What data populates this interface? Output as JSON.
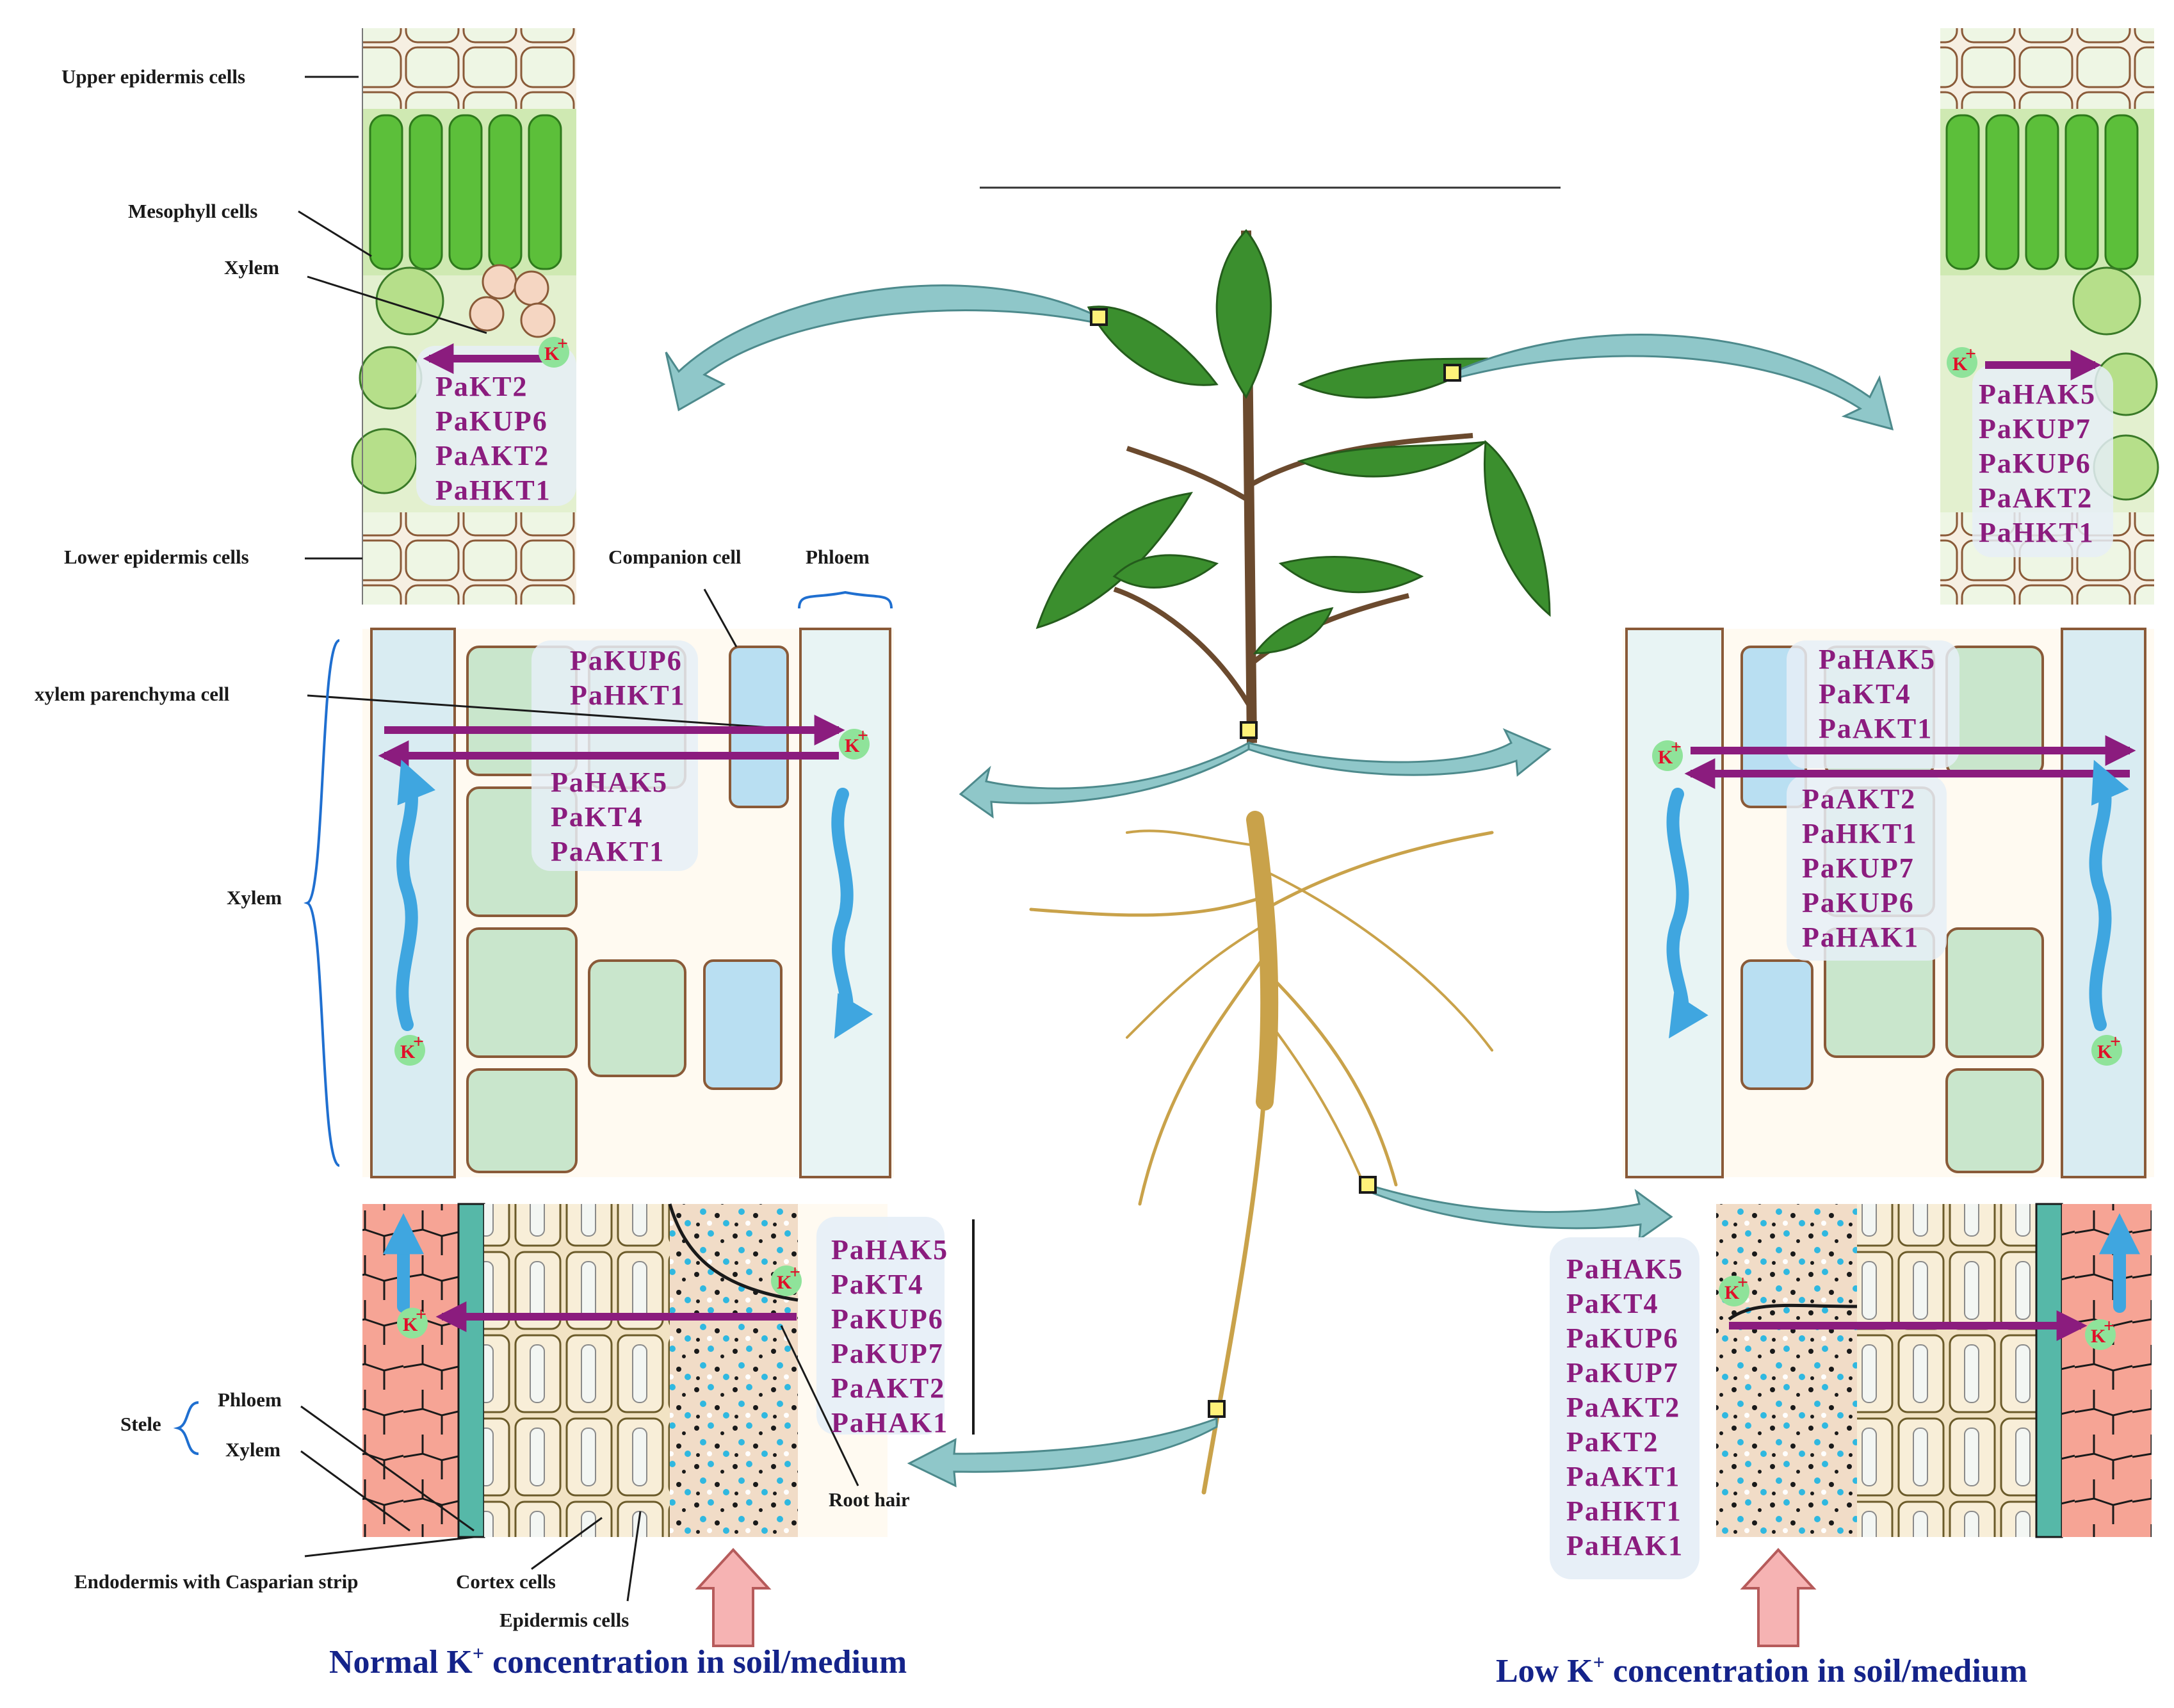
{
  "labels": {
    "upper_epidermis": "Upper epidermis cells",
    "mesophyll": "Mesophyll cells",
    "xylem_leaf": "Xylem",
    "lower_epidermis": "Lower epidermis cells",
    "companion_cell": "Companion cell",
    "phloem_top": "Phloem",
    "xylem_parenchyma": "xylem parenchyma cell",
    "xylem_stem": "Xylem",
    "stele": "Stele",
    "stele_phloem": "Phloem",
    "stele_xylem": "Xylem",
    "endodermis": "Endodermis with Casparian strip",
    "cortex": "Cortex cells",
    "epidermis": "Epidermis cells",
    "root_hair": "Root hair"
  },
  "ion": {
    "symbol": "K",
    "charge": "+"
  },
  "genes": {
    "normal_leaf": [
      "PaKT2",
      "PaKUP6",
      "PaAKT2",
      "PaHKT1"
    ],
    "normal_stem_upper": [
      "PaKUP6",
      "PaHKT1"
    ],
    "normal_stem_lower": [
      "PaHAK5",
      "PaKT4",
      "PaAKT1"
    ],
    "normal_root": [
      "PaHAK5",
      "PaKT4",
      "PaKUP6",
      "PaKUP7",
      "PaAKT2",
      "PaHAK1"
    ],
    "low_leaf": [
      "PaHAK5",
      "PaKUP7",
      "PaKUP6",
      "PaAKT2",
      "PaHKT1"
    ],
    "low_stem_upper": [
      "PaHAK5",
      "PaKT4",
      "PaAKT1"
    ],
    "low_stem_lower": [
      "PaAKT2",
      "PaHKT1",
      "PaKUP7",
      "PaKUP6",
      "PaHAK1"
    ],
    "low_root": [
      "PaHAK5",
      "PaKT4",
      "PaKUP6",
      "PaKUP7",
      "PaAKT2",
      "PaKT2",
      "PaAKT1",
      "PaHKT1",
      "PaHAK1"
    ]
  },
  "conditions": {
    "normal": {
      "prefix": "Normal K",
      "sup": "+",
      "suffix": " concentration in soil/medium"
    },
    "low": {
      "prefix": "Low K",
      "sup": "+",
      "suffix": " concentration in soil/medium"
    }
  },
  "colors": {
    "gene_text": "#8b1c7e",
    "transport_arrow": "#8b1c7e",
    "ion_circle": "#8fe39a",
    "ion_text": "#e0102a",
    "flow_arrow": "#3fa6e0",
    "condition_title": "#14238a",
    "pointer_arrow": "#8fc7c9",
    "soil_arrow": "#f6b3b3",
    "leaf_green": "#3b8f2e",
    "root_tan": "#c9a24a"
  }
}
